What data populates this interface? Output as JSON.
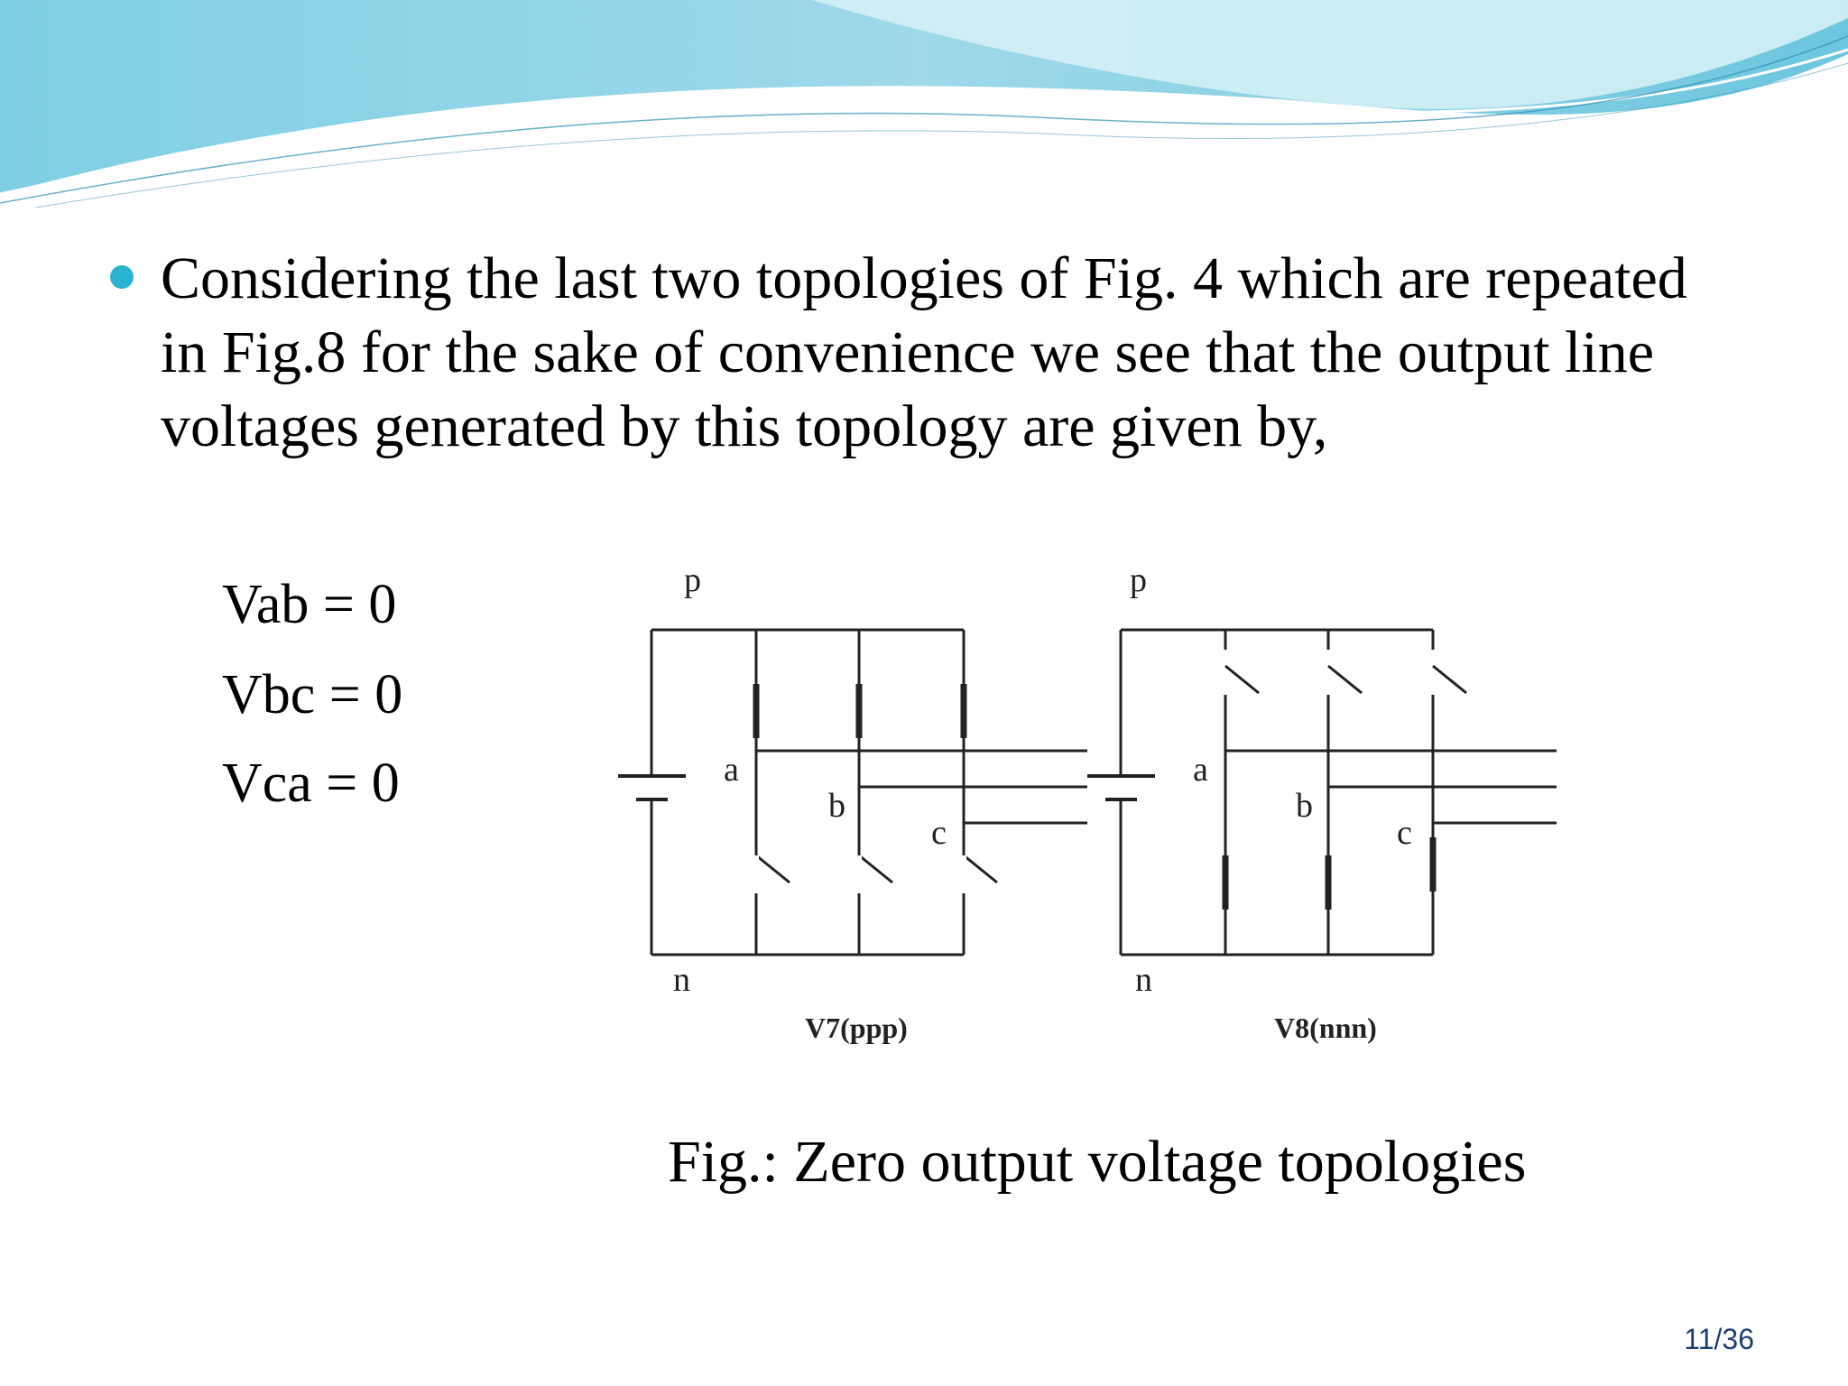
{
  "bullet": {
    "text": "Considering the last two topologies of Fig. 4 which are repeated in Fig.8 for the sake of convenience we see that the output line voltages generated by this topology are given by,"
  },
  "equations": [
    "Vab = 0",
    "Vbc = 0",
    "Vca = 0"
  ],
  "figure": {
    "left": {
      "node_top": "p",
      "node_bottom": "n",
      "phase_labels": [
        "a",
        "b",
        "c"
      ],
      "state_label": "V7(ppp)"
    },
    "right": {
      "node_top": "p",
      "node_bottom": "n",
      "phase_labels": [
        "a",
        "b",
        "c"
      ],
      "state_label": "V8(nnn)"
    },
    "caption": "Fig.: Zero output voltage topologies"
  },
  "page_number": "11/36",
  "colors": {
    "bullet": "#2ab3d1",
    "wave_dark": "#6cc6de",
    "wave_light": "#b8e6ee",
    "page_number": "#1f3f73"
  }
}
